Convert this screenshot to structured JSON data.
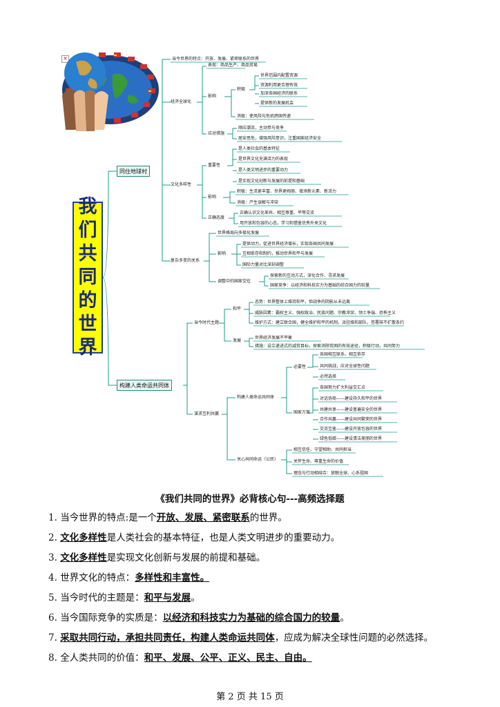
{
  "mindmap": {
    "title_chars": [
      "我",
      "们",
      "共",
      "同",
      "的",
      "世",
      "界"
    ],
    "branch1": "同住地球村",
    "branch2": "构建人类命运共同体",
    "nodes": {
      "a1": "当今世界的特点：开放、发展、紧密联系的世界",
      "econ": "经济全球化",
      "econ_form": "表现：商品生产、商品贸易",
      "effect": "影响",
      "positive": "积极",
      "p1": "世界范围内配置资源",
      "p2": "资源利用更合理有效",
      "p3": "加深各国经济的联系",
      "p4": "提供新的发展机会",
      "negative": "消极：使风险与危机跨国传递",
      "response": "应对措施",
      "r1": "顺应潮流，主动参与竞争",
      "r2": "居安思危，增强风险意识，注重国家经济安全",
      "cult": "文化多样性",
      "importance": "重要性",
      "i1": "是人类社会的基本特征",
      "i2": "是世界文化充满活力的表现",
      "i3": "是人类文明进步的重要动力",
      "i4": "是实现文化创新与发展的前提和基础",
      "c_effect": "影响",
      "ce1": "积极：生活更丰富、世界更绚丽、增添新元素、新活力",
      "ce2": "消极：产生误解与冲突",
      "attitude": "正确态度",
      "at1": "正确认识文化差异、相互尊重、平等交流",
      "at2": "用开放和包容的心态，学习和借鉴优秀外来文化",
      "complex": "复杂多变的关系",
      "cx1": "世界格局向多极化发展",
      "cx_effect": "影响",
      "cxe1": "提供动力，促进世界经济增长，实现各国共同发展",
      "cxe2": "互相依存和制约，推动世界和平与发展",
      "cxe3": "国际力量对比深刻调整",
      "cx_inter": "调整中的国家交往",
      "cxi1": "探索新的互动方式，深化合作、寻求发展",
      "cxi2": "国家竞争：以经济和科技实力为基础的综合国力的较量",
      "theme": "当今时代主题",
      "peace": "和平",
      "pe1": "态势：世界整体上维持和平，但战争的阴影从未远离",
      "pe2": "威胁因素：霸权主义、强权政治、民族问题、宗教冲突、领土争端、恐怖主义",
      "pe3": "维护方式：建立联合国，健全维护和平的机制，派驻维和部队，签署核不扩散条约",
      "dev": "发展",
      "dv1": "世界经济发展不平衡",
      "dv2": "措施：设立递进式的减贫目标，探索消除贫困的有效途径，积极行动，共同努力",
      "seek": "谋求互利共赢",
      "build": "构建人类命运共同体",
      "necess": "必要性",
      "n1": "各国相互联系、相互依存",
      "n2": "共同挑战，应对全球性问题",
      "n3": "必然选择",
      "plan": "国家方案",
      "pl1": "各国努力扩大利益交汇点",
      "pl2": "对话协商——建设持久和平的世界",
      "pl3": "共建共享——建设普遍安全的世界",
      "pl4": "合作共赢——建设共同繁荣的世界",
      "pl5": "交流互鉴——建设开放包容的世界",
      "pl6": "绿色低碳——建设清洁美丽的世界",
      "care": "关心共同命运（公民）",
      "ca1": "相互信任、守望相助、共同担当",
      "ca2": "关怀生命、尊重生命的价值",
      "ca3": "理念与行动相结合：放眼全球、心系祖国"
    }
  },
  "heading": "《我们共同的世界》必背核心句---高频选择题",
  "items": [
    {
      "num": "1.",
      "pre": "当今世界的特点:是一个",
      "bold": "开放、发展、紧密联系",
      "post": "的世界。"
    },
    {
      "num": "2.",
      "pre": "",
      "bold": "文化多样性",
      "post": "是人类社会的基本特征，也是人类文明进步的重要动力。"
    },
    {
      "num": "3.",
      "pre": "",
      "bold": "文化多样性",
      "post": "是实现文化创新与发展的前提和基础。"
    },
    {
      "num": "4.",
      "pre": "世界文化的特点：",
      "bold": "多样性和丰富性。",
      "post": ""
    },
    {
      "num": "5.",
      "pre": "当今时代的主题是：",
      "bold": "和平与发展",
      "post": "。"
    },
    {
      "num": "6.",
      "pre": "当今国际竞争的实质是：",
      "bold": "以经济和科技实力为基础的综合国力的较量",
      "post": "。"
    },
    {
      "num": "7.",
      "pre": "",
      "bold": "采取共同行动，承担共同责任，构建人类命运共同体",
      "post": "，应成为解决全球性问题的必然选择。"
    },
    {
      "num": "8.",
      "pre": "全人类共同的价值：",
      "bold": "和平、发展、公平、正义、民主、自由。",
      "post": ""
    }
  ],
  "footer": "第 2 页 共 15 页"
}
